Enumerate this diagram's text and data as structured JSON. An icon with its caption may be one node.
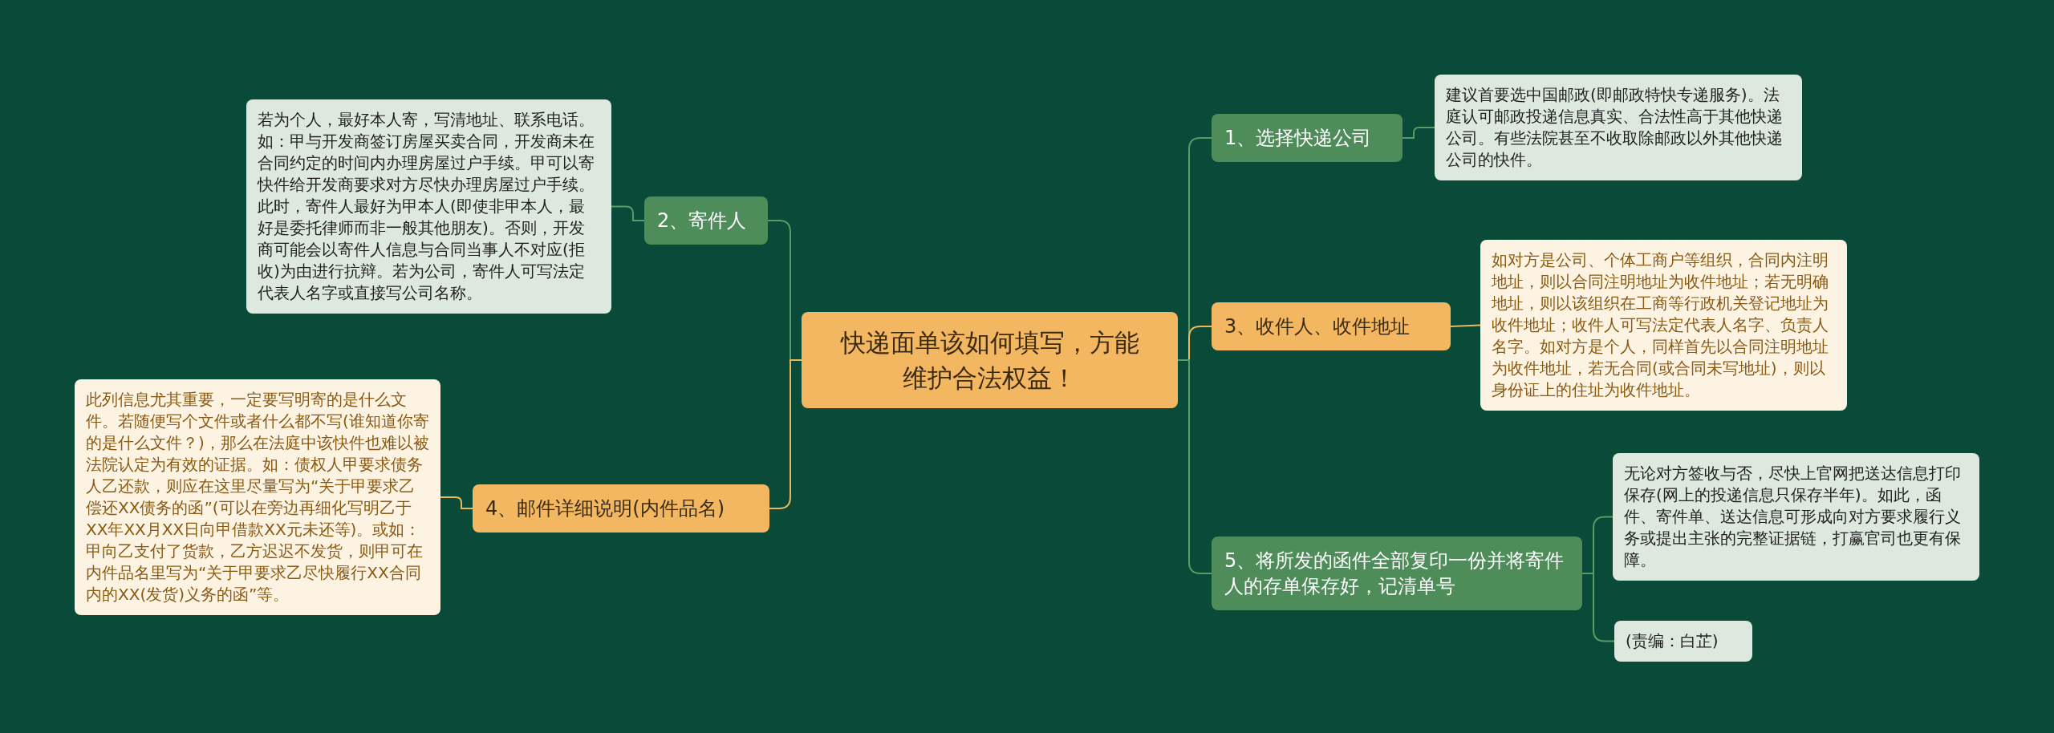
{
  "diagram": {
    "nodes": [
      {
        "text": [
          "快递面单该如何填写，方能维护合法权益！"
        ]
      },
      {
        "text": [
          "2、寄件人"
        ]
      },
      {
        "text": [
          "若为个人，最好本人寄，写清地址、联系电话。如：甲与开发商签订房屋买卖合同，开发商未在合同约定的时间内办理房屋过户手续。甲可以寄快件给开发商要求对方尽快办理房屋过户手续。此时，寄件人最好为甲本人(即使非甲本人，最好是委托律师而非一般其他朋友)。否则，开发商可能会以寄件人信息与合同当事人不对应(拒收)为由进行抗辩。若为公司，寄件人可写法定代表人名字或直接写公司名称。"
        ]
      },
      {
        "text": [
          "4、邮件详细说明(内件品名)"
        ]
      },
      {
        "text": [
          "此列信息尤其重要，一定要写明寄的是什么文件。若随便写个文件或者什么都不写(谁知道你寄的是什么文件？)，那么在法庭中该快件也难以被法院认定为有效的证据。如：债权人甲要求债务人乙还款，则应在这里尽量写为“关于甲要求乙偿还XX债务的函”(可以在旁边再细化写明乙于XX年XX月XX日向甲借款XX元未还等)。或如：甲向乙支付了货款，乙方迟迟不发货，则甲可在内件品名里写为“关于甲要求乙尽快履行XX合同内的XX(发货)义务的函”等。"
        ]
      },
      {
        "text": [
          "1、选择快递公司"
        ]
      },
      {
        "text": [
          "建议首要选中国邮政(即邮政特快专递服务)。法庭认可邮政投递信息真实、合法性高于其他快递公司。有些法院甚至不收取除邮政以外其他快递公司的快件。"
        ]
      },
      {
        "text": [
          "3、收件人、收件地址"
        ]
      },
      {
        "text": [
          "如对方是公司、个体工商户等组织，合同内注明地址，则以合同注明地址为收件地址；若无明确地址，则以该组织在工商等行政机关登记地址为收件地址；收件人可写法定代表人名字、负责人名字。如对方是个人，同样首先以合同注明地址为收件地址，若无合同(或合同未写地址)，则以身份证上的住址为收件地址。"
        ]
      },
      {
        "text": [
          "5、将所发的函件全部复印一份并将寄件人的存单保存好，记清单号"
        ]
      },
      {
        "text": [
          "无论对方签收与否，尽快上官网把送达信息打印保存(网上的投递信息只保存半年)。如此，函件、寄件单、送达信息可形成向对方要求履行义务或提出主张的完整证据链，打赢官司也更有保障。"
        ]
      },
      {
        "text": [
          "(责编：白芷)"
        ]
      }
    ],
    "edges": [
      {
        "from": 0,
        "to": 1,
        "arrow": "none"
      },
      {
        "from": 1,
        "to": 2,
        "arrow": "none"
      },
      {
        "from": 0,
        "to": 3,
        "arrow": "none",
        "color": "#e9b957"
      },
      {
        "from": 3,
        "to": 4,
        "arrow": "none",
        "color": "#e9b957"
      },
      {
        "from": 0,
        "to": 5,
        "arrow": "none"
      },
      {
        "from": 5,
        "to": 6,
        "arrow": "none"
      },
      {
        "from": 0,
        "to": 7,
        "arrow": "none",
        "color": "#e9b957"
      },
      {
        "from": 7,
        "to": 8,
        "arrow": "none",
        "color": "#e9b957"
      },
      {
        "from": 0,
        "to": 9,
        "arrow": "none"
      },
      {
        "from": 9,
        "to": 10,
        "arrow": "none"
      },
      {
        "from": 9,
        "to": 11,
        "arrow": "none"
      }
    ]
  }
}
